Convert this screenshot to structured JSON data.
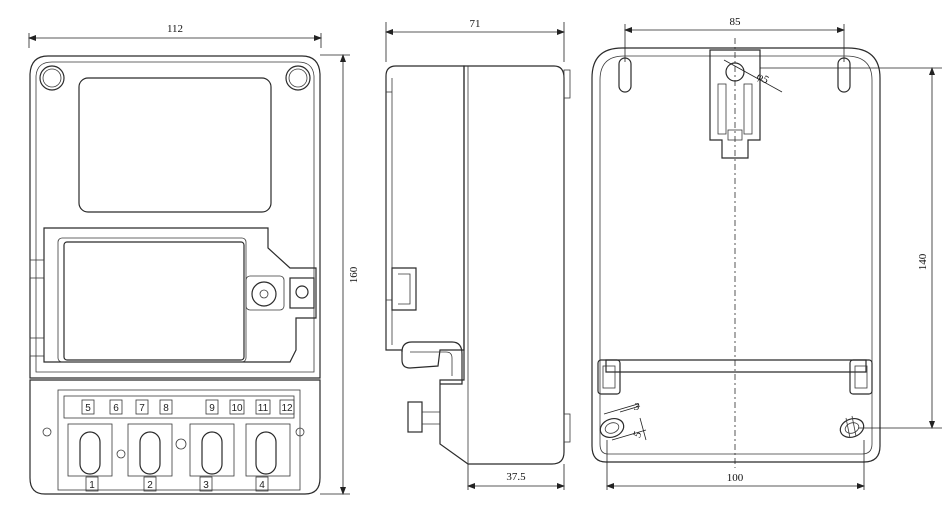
{
  "front_view": {
    "width_label": "112",
    "height_label": "160",
    "terminal_numbers": [
      "5",
      "6",
      "7",
      "8",
      "9",
      "10",
      "11",
      "12"
    ],
    "terminal_block_numbers": [
      "1",
      "2",
      "3",
      "4"
    ]
  },
  "side_view": {
    "depth_label": "71",
    "base_label": "37.5"
  },
  "rear_view": {
    "top_span_label": "85",
    "hole_diameter_label": "φ5",
    "height_span_label": "140",
    "slot_width_label": "3",
    "slot_length_label": "5",
    "bottom_span_label": "100"
  }
}
